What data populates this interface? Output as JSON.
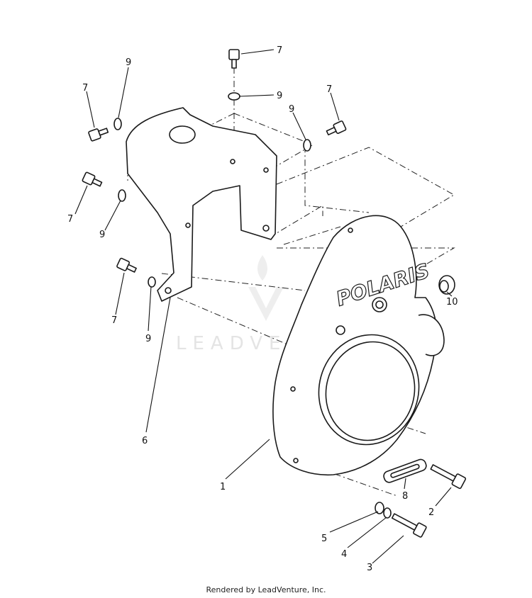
{
  "diagram": {
    "brand_text": "POLARIS",
    "watermark_text": "LEADVENTURE",
    "callouts": {
      "c1": "1",
      "c2": "2",
      "c3": "3",
      "c4": "4",
      "c5": "5",
      "c6": "6",
      "c7a": "7",
      "c7b": "7",
      "c7c": "7",
      "c7d": "7",
      "c7e": "7",
      "c8": "8",
      "c9a": "9",
      "c9b": "9",
      "c9c": "9",
      "c9d": "9",
      "c9e": "9",
      "c10": "10"
    }
  },
  "footer": {
    "text": "Rendered by LeadVenture, Inc."
  }
}
